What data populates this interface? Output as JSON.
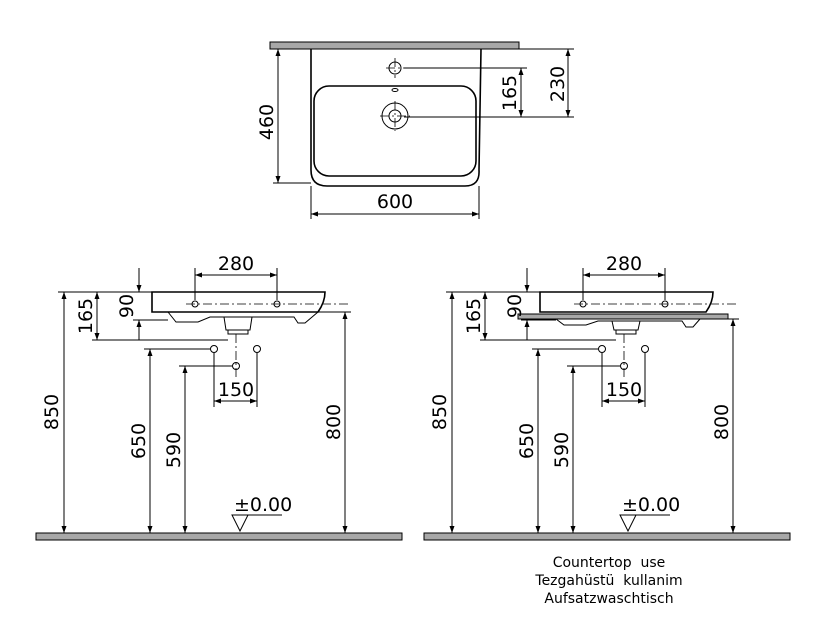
{
  "top_view": {
    "width": "600",
    "depth": "460",
    "tap_to_wall": "230",
    "waste_to_wall": "165"
  },
  "side_views": [
    {
      "bracket_spacing": "280",
      "rim_depth": "90",
      "bowl_depth": "165",
      "floor_to_bottom": "850",
      "supply_height": "650",
      "waste_height": "590",
      "rim_height": "800",
      "supply_spacing": "150",
      "floor_level": "±0.00"
    },
    {
      "bracket_spacing": "280",
      "rim_depth": "90",
      "bowl_depth": "165",
      "floor_to_bottom": "850",
      "supply_height": "650",
      "waste_height": "590",
      "rim_height": "800",
      "supply_spacing": "150",
      "floor_level": "±0.00"
    }
  ],
  "caption": {
    "line1": "Countertop  use",
    "line2": "Tezgahüstü  kullanim",
    "line3": "Aufsatzwaschtisch"
  }
}
